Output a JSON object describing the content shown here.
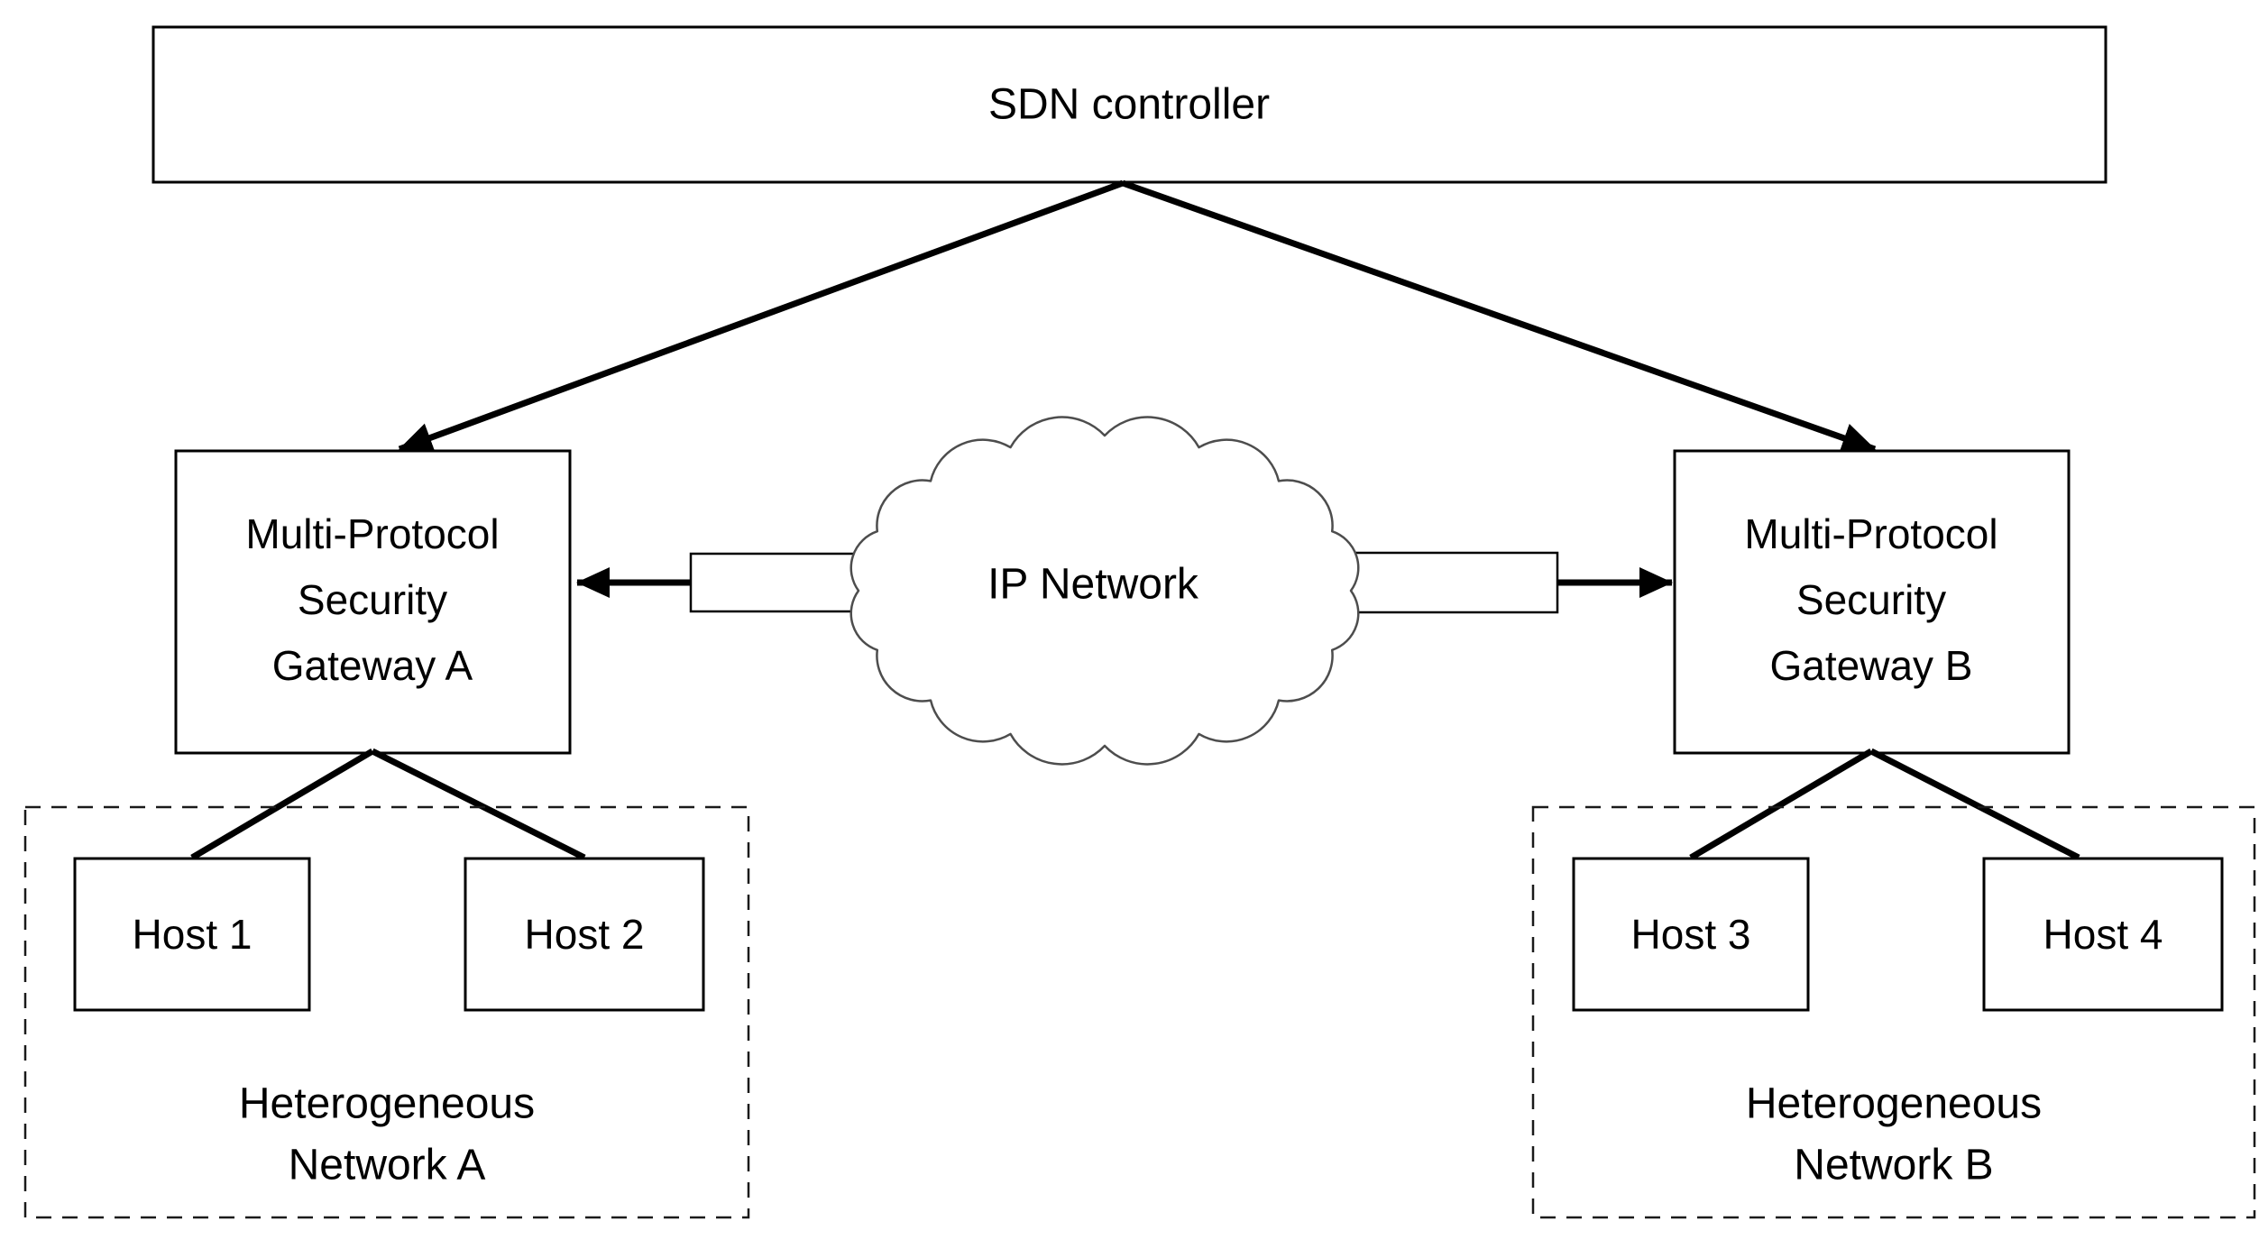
{
  "controller": {
    "label": "SDN controller"
  },
  "gateways": {
    "a": {
      "lines": [
        "Multi-Protocol",
        "Security",
        "Gateway A"
      ]
    },
    "b": {
      "lines": [
        "Multi-Protocol",
        "Security",
        "Gateway B"
      ]
    }
  },
  "cloud": {
    "label": "IP Network"
  },
  "networks": {
    "a": {
      "label_lines": [
        "Heterogeneous",
        "Network A"
      ],
      "hosts": [
        "Host 1",
        "Host 2"
      ]
    },
    "b": {
      "label_lines": [
        "Heterogeneous",
        "Network B"
      ],
      "hosts": [
        "Host 3",
        "Host 4"
      ]
    }
  },
  "colors": {
    "line": "#000000",
    "cloud_outline": "#4d4d4d",
    "background": "#ffffff"
  }
}
